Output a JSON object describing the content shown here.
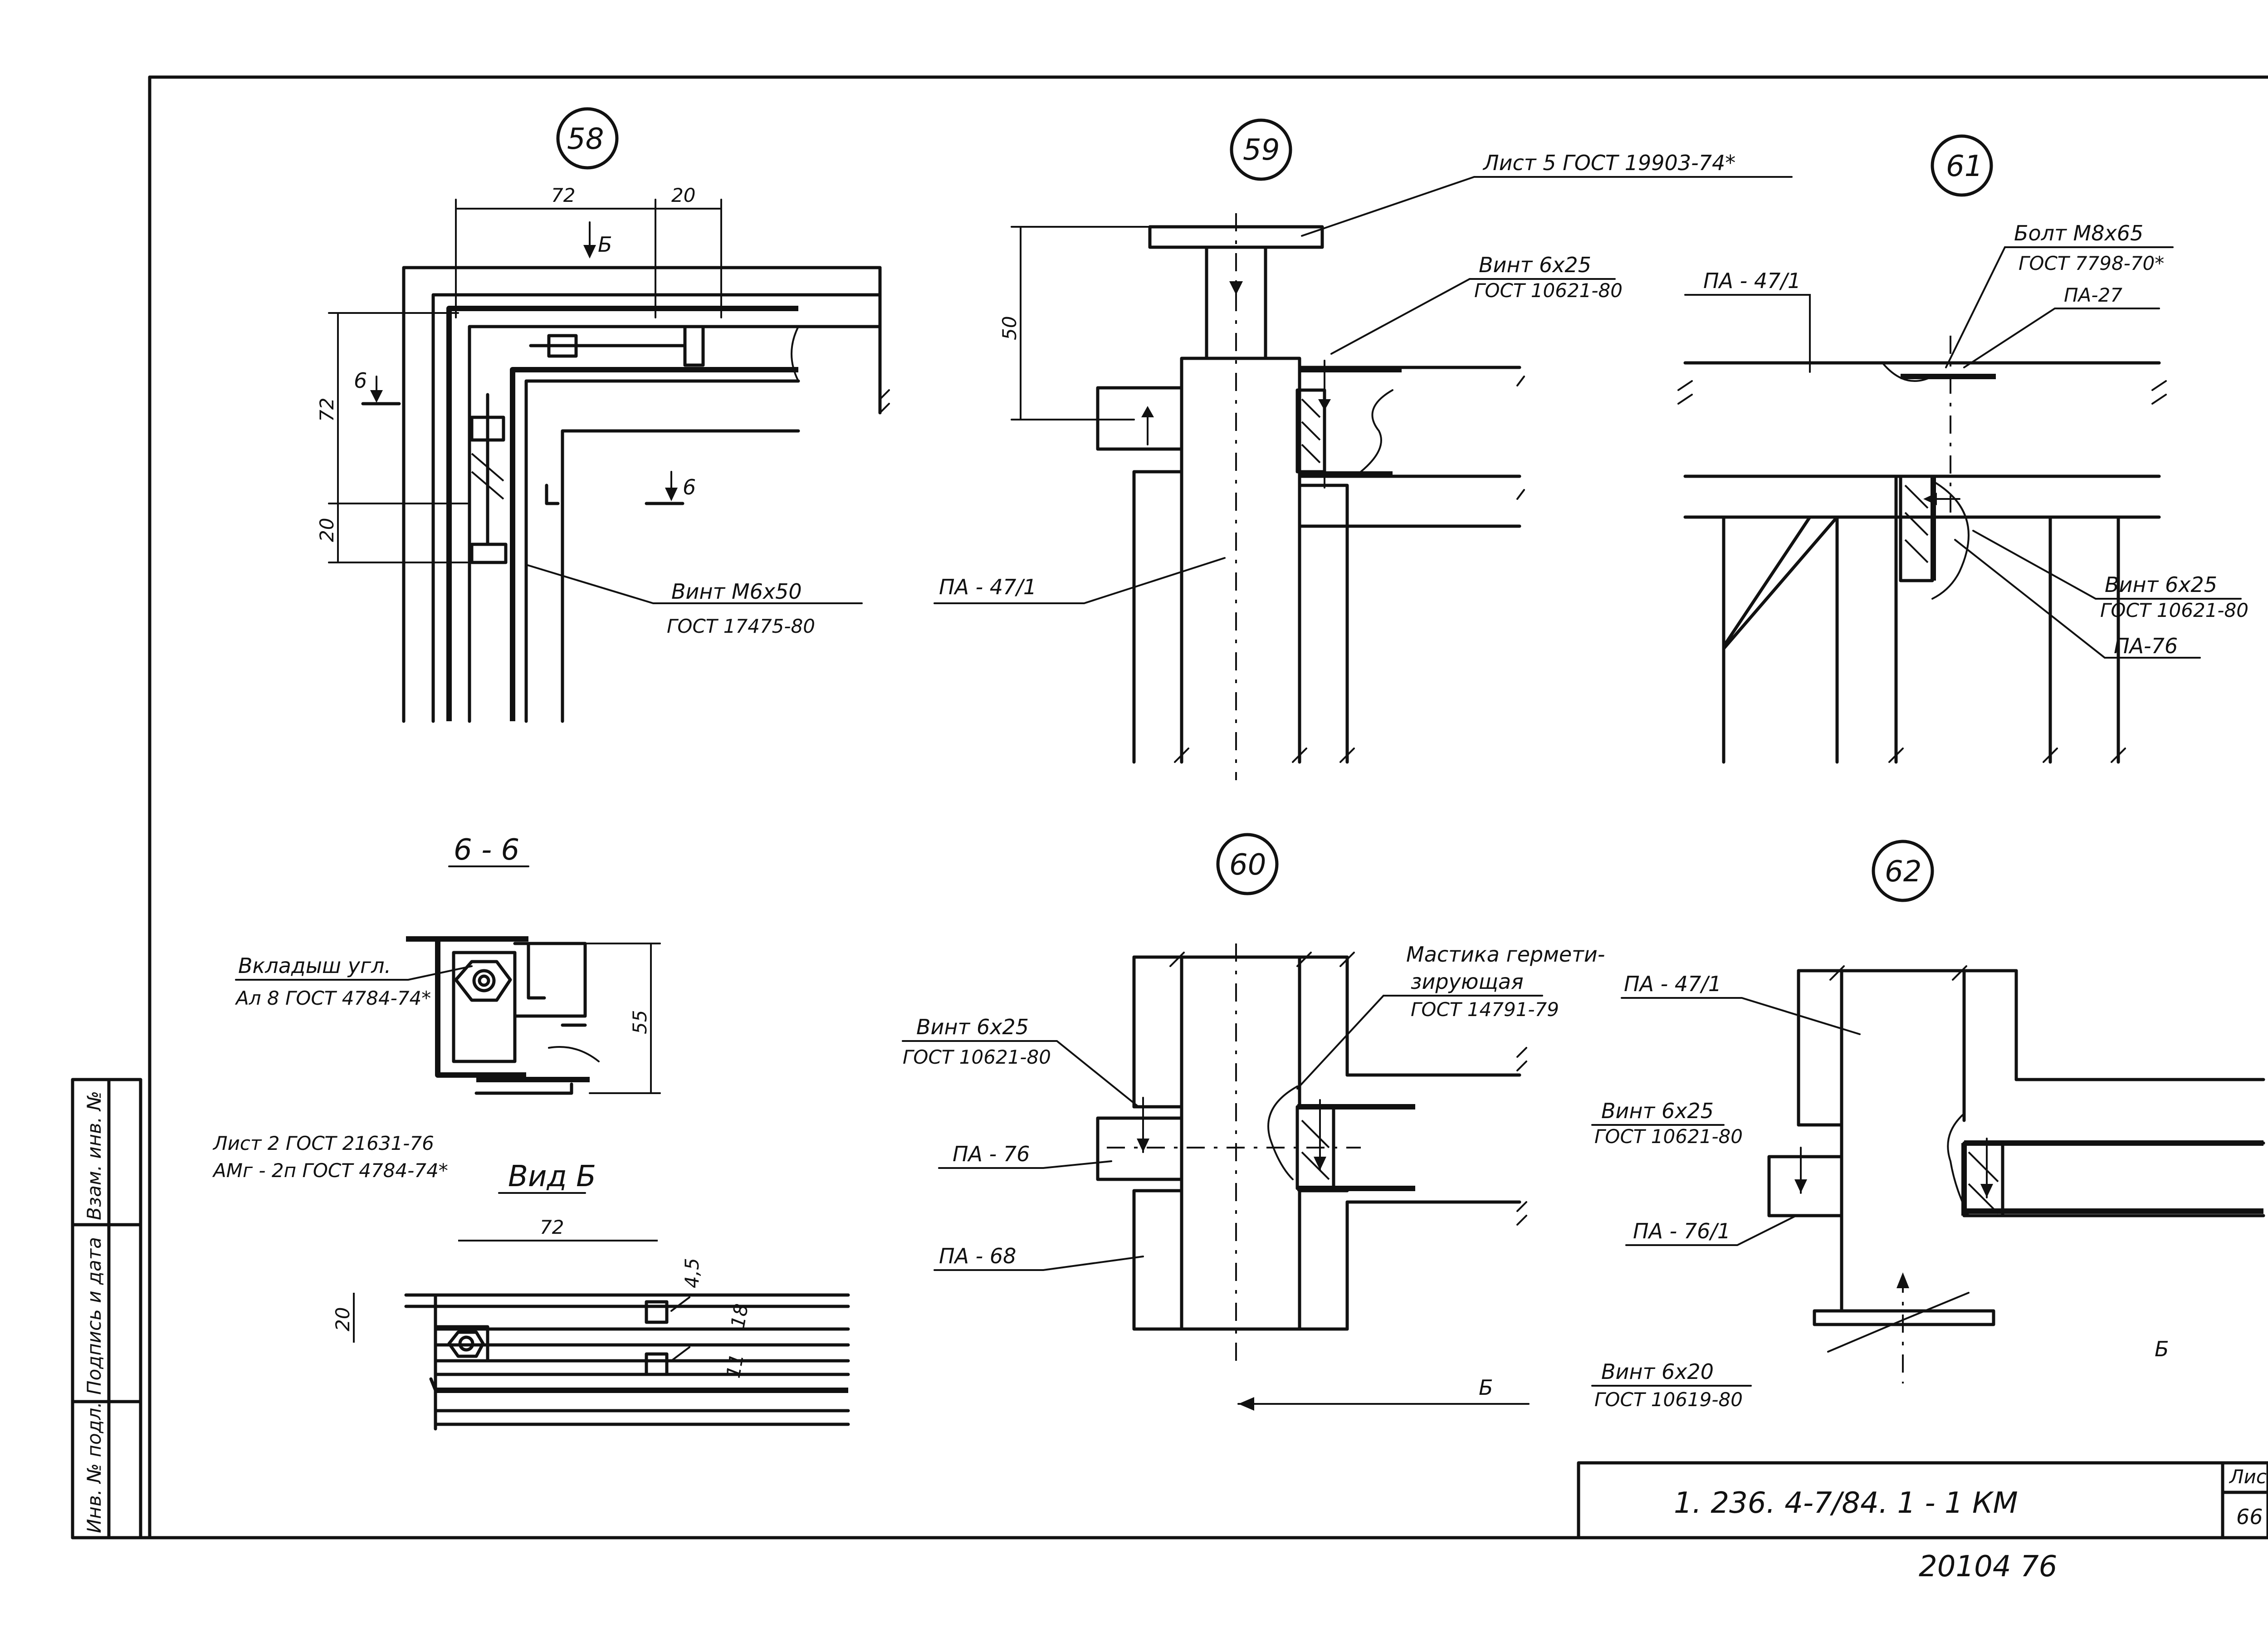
{
  "callouts": {
    "n58": "58",
    "n59": "59",
    "n60": "60",
    "n61": "61",
    "n62": "62"
  },
  "dims": {
    "d72a": "72",
    "d20a": "20",
    "d72b": "72",
    "d20b": "20",
    "d50": "50",
    "d55": "55",
    "d72c": "72",
    "d20c": "20",
    "d45": "4,5",
    "d18": "18",
    "d11": "11"
  },
  "cuts": {
    "cutB": "Б",
    "cut6a": "6",
    "cut6b": "6",
    "cutBbottom": "Б",
    "cutBright": "Б"
  },
  "detail58": {
    "vint_l1": "Винт М6х50",
    "vint_l2": "ГОСТ 17475-80"
  },
  "detail59": {
    "list_label": "Лист 5  ГОСТ 19903-74*",
    "vint_l1": "Винт 6х25",
    "vint_l2": "ГОСТ 10621-80",
    "pa_label": "ПА - 47/1"
  },
  "detail61": {
    "pa47": "ПА - 47/1",
    "bolt_l1": "Болт  М8х65",
    "bolt_l2": "ГОСТ 7798-70*",
    "pa27": "ПА-27",
    "vint_l1": "Винт 6х25",
    "vint_l2": "ГОСТ 10621-80",
    "pa76": "ПА-76"
  },
  "section66": {
    "title": "6 - 6",
    "vkl_l1": "Вкладыш угл.",
    "vkl_l2": "Ал 8 ГОСТ 4784-74*",
    "list2_l1": "Лист 2 ГОСТ  21631-76",
    "list2_l2": "АМг - 2п ГОСТ 4784-74*"
  },
  "viewB": {
    "title": "Вид Б"
  },
  "detail60": {
    "mast_l1": "Мастика гермети-",
    "mast_l2": "зирующая",
    "mast_l3": "ГОСТ 14791-79",
    "vint_l1": "Винт 6х25",
    "vint_l2": "ГОСТ 10621-80",
    "pa76": "ПА - 76",
    "pa68": "ПА - 68"
  },
  "detail62": {
    "pa47": "ПА - 47/1",
    "vint_l1": "Винт 6х25",
    "vint_l2": "ГОСТ 10621-80",
    "pa761": "ПА - 76/1",
    "vint2_l1": "Винт 6х20",
    "vint2_l2": "ГОСТ 10619-80"
  },
  "side_stamp": {
    "c1": "Инв. № подл.",
    "c2": "Подпись и дата",
    "c3": "Взам. инв. №"
  },
  "title_block": {
    "code": "1. 236. 4-7/84. 1 - 1 КМ",
    "sheet_label": "Лист",
    "sheet_no": "66"
  },
  "bottom_note": "20104   76"
}
